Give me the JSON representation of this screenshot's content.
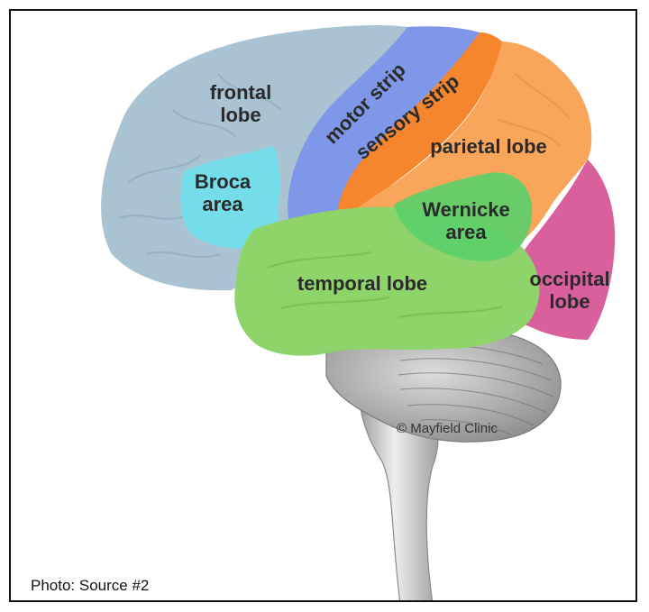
{
  "diagram": {
    "labels": {
      "frontal_lobe": "frontal\nlobe",
      "motor_strip": "motor strip",
      "sensory_strip": "sensory strip",
      "broca_area": "Broca\narea",
      "parietal_lobe": "parietal lobe",
      "wernicke_area": "Wernicke\narea",
      "temporal_lobe": "temporal lobe",
      "occipital_lobe": "occipital\nlobe"
    },
    "watermark": "© Mayfield Clinic",
    "caption": "Photo: Source #2"
  },
  "colors": {
    "frontal_lobe": "#a9c3d2",
    "motor_strip": "#7f97e8",
    "sensory_strip": "#f5862d",
    "broca_area": "#74dde9",
    "parietal_lobe": "#f9a65a",
    "wernicke_area": "#5ccf6a",
    "temporal_lobe": "#8fd46a",
    "occipital_lobe": "#d9609c",
    "cerebellum": "#a8a8a8",
    "brainstem": "#c8c8c8"
  }
}
